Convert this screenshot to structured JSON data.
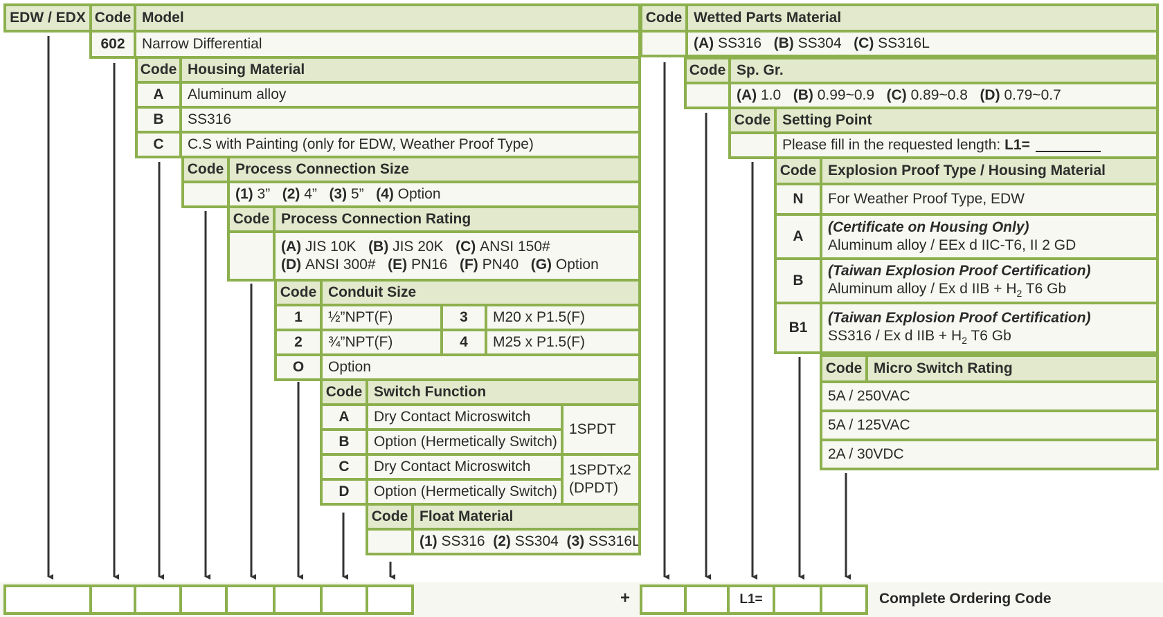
{
  "model": {
    "series_label": "EDW / EDX",
    "code_label": "Code",
    "title": "Model",
    "code": "602",
    "name": "Narrow Differential"
  },
  "housing": {
    "code_label": "Code",
    "title": "Housing Material",
    "rows": [
      {
        "code": "A",
        "text": "Aluminum alloy"
      },
      {
        "code": "B",
        "text": "SS316"
      },
      {
        "code": "C",
        "text": "C.S with Painting (only for EDW, Weather Proof Type)"
      }
    ]
  },
  "pc_size": {
    "code_label": "Code",
    "title": "Process Connection Size",
    "options": [
      {
        "label": "(1)",
        "text": "3”"
      },
      {
        "label": "(2)",
        "text": "4”"
      },
      {
        "label": "(3)",
        "text": "5”"
      },
      {
        "label": "(4)",
        "text": "Option"
      }
    ]
  },
  "pc_rating": {
    "code_label": "Code",
    "title": "Process Connection Rating",
    "line1": [
      {
        "label": "(A)",
        "text": "JIS 10K"
      },
      {
        "label": "(B)",
        "text": "JIS 20K"
      },
      {
        "label": "(C)",
        "text": "ANSI 150#"
      }
    ],
    "line2": [
      {
        "label": "(D)",
        "text": "ANSI 300#"
      },
      {
        "label": "(E)",
        "text": "PN16"
      },
      {
        "label": "(F)",
        "text": "PN40"
      },
      {
        "label": "(G)",
        "text": "Option"
      }
    ]
  },
  "conduit": {
    "code_label": "Code",
    "title": "Conduit Size",
    "rows": [
      {
        "code1": "1",
        "text1": "½”NPT(F)",
        "code2": "3",
        "text2": "M20 x P1.5(F)"
      },
      {
        "code1": "2",
        "text1": "¾”NPT(F)",
        "code2": "4",
        "text2": "M25 x P1.5(F)"
      }
    ],
    "option": {
      "code": "O",
      "text": "Option"
    }
  },
  "switch": {
    "code_label": "Code",
    "title": "Switch Function",
    "rows": [
      {
        "code": "A",
        "text": "Dry Contact Microswitch"
      },
      {
        "code": "B",
        "text": "Option (Hermetically Switch)"
      },
      {
        "code": "C",
        "text": "Dry Contact Microswitch"
      },
      {
        "code": "D",
        "text": "Option (Hermetically Switch)"
      }
    ],
    "group1": "1SPDT",
    "group2_line1": "1SPDTx2",
    "group2_line2": "(DPDT)"
  },
  "float": {
    "code_label": "Code",
    "title": "Float Material",
    "options": [
      {
        "label": "(1)",
        "text": "SS316"
      },
      {
        "label": "(2)",
        "text": "SS304"
      },
      {
        "label": "(3)",
        "text": "SS316L"
      }
    ]
  },
  "wetted": {
    "code_label": "Code",
    "title": "Wetted Parts Material",
    "options": [
      {
        "label": "(A)",
        "text": "SS316"
      },
      {
        "label": "(B)",
        "text": "SS304"
      },
      {
        "label": "(C)",
        "text": "SS316L"
      }
    ]
  },
  "spgr": {
    "code_label": "Code",
    "title": "Sp. Gr.",
    "options": [
      {
        "label": "(A)",
        "text": "1.0"
      },
      {
        "label": "(B)",
        "text": "0.99~0.9"
      },
      {
        "label": "(C)",
        "text": "0.89~0.8"
      },
      {
        "label": "(D)",
        "text": "0.79~0.7"
      }
    ]
  },
  "setting": {
    "code_label": "Code",
    "title": "Setting Point",
    "text": "Please fill in the requested length:",
    "l1": "L1="
  },
  "explosion": {
    "code_label": "Code",
    "title": "Explosion Proof Type / Housing Material",
    "n_code": "N",
    "n_text": "For Weather Proof Type, EDW",
    "rows": [
      {
        "code": "A",
        "line1": "(Certificate on Housing Only)",
        "line2": "Aluminum alloy / EEx d IIC-T6, II 2 GD"
      },
      {
        "code": "B",
        "line1": "(Taiwan Explosion Proof Certification)",
        "line2_pre": "Aluminum alloy / Ex d IIB + H",
        "sub": "2",
        "line2_post": " T6 Gb"
      },
      {
        "code": "B1",
        "line1": "(Taiwan Explosion Proof Certification)",
        "line2_pre": "SS316 / Ex d IIB + H",
        "sub": "2",
        "line2_post": " T6 Gb"
      }
    ]
  },
  "micro": {
    "code_label": "Code",
    "title": "Micro Switch Rating",
    "rows": [
      "5A / 250VAC",
      "5A / 125VAC",
      "2A / 30VDC"
    ]
  },
  "order": {
    "plus": "+",
    "l1_label": "L1=",
    "complete_label": "Complete Ordering Code"
  },
  "colors": {
    "border": "#8db04e",
    "header_bg": "#e2e9cc",
    "body_bg": "#f7f8f1",
    "arrow": "#333333"
  }
}
